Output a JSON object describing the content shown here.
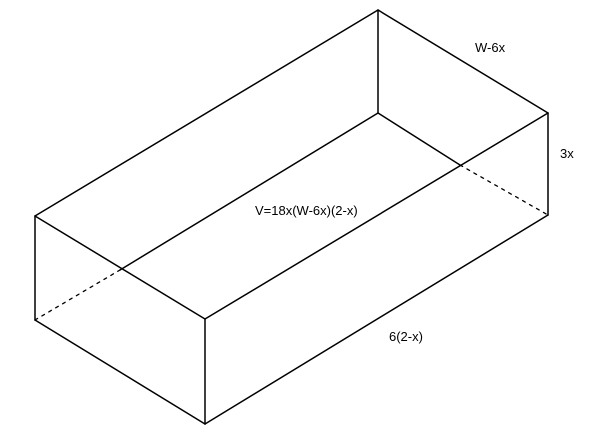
{
  "diagram": {
    "labels": {
      "width_dim": "W-6x",
      "height_dim": "3x",
      "length_dim": "6(2-x)",
      "volume_formula": "V=18x(W-6x)(2-x)"
    },
    "colors": {
      "stroke": "#000000",
      "background": "#ffffff"
    }
  }
}
